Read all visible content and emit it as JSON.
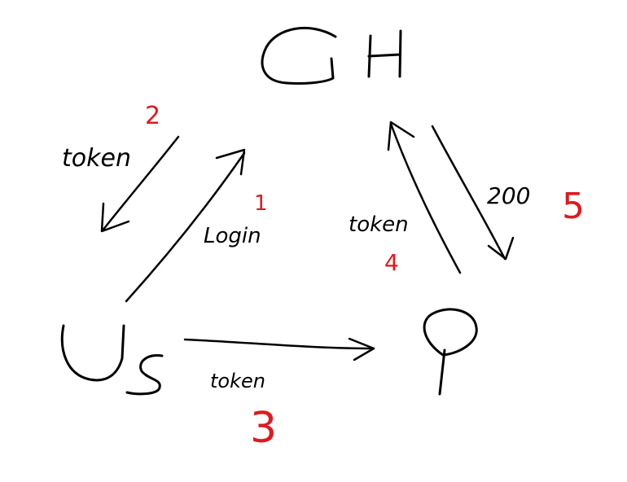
{
  "colors": {
    "ink": "#000000",
    "step": "#e0191e",
    "background": "#ffffff"
  },
  "nodes": {
    "gh": "GH",
    "us": "Us",
    "p": "P"
  },
  "edges": {
    "login": {
      "label": "Login",
      "step": "1"
    },
    "token_to_us": {
      "label": "token",
      "step": "2"
    },
    "token_to_p": {
      "label": "token",
      "step": "3"
    },
    "token_to_gh": {
      "label": "token",
      "step": "4"
    },
    "ok_to_p": {
      "label": "200",
      "step": "5"
    }
  }
}
